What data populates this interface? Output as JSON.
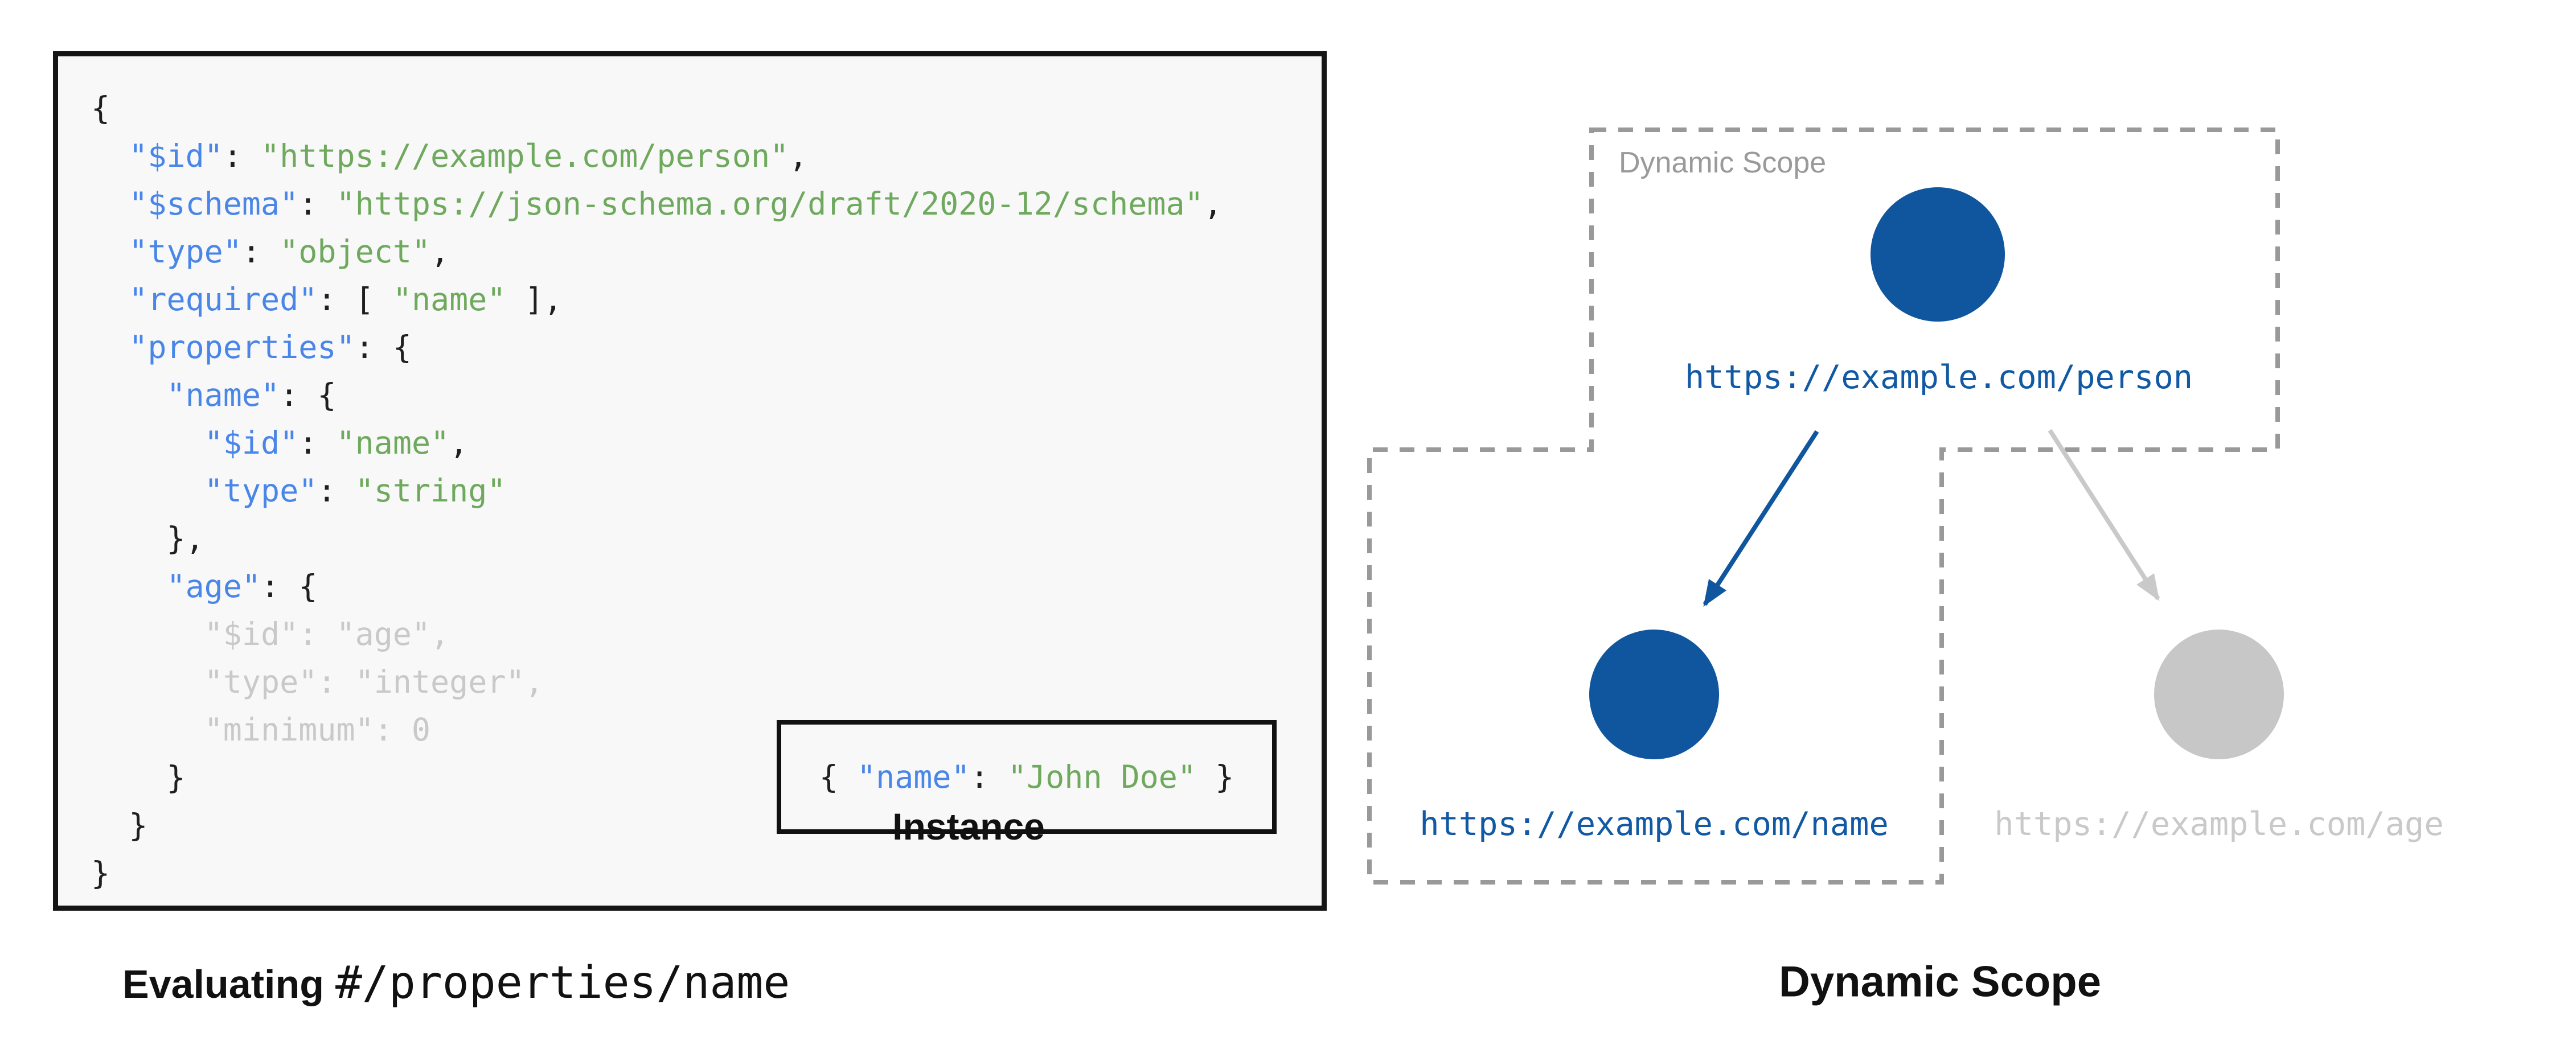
{
  "palette": {
    "node_blue": "#0f569e",
    "url_blue": "#1159a4",
    "key_blue": "#4a86e8",
    "string_green": "#6fa95e",
    "muted_gray": "#c9c9c9",
    "dash_gray": "#999999",
    "panel_bg": "#f8f8f8"
  },
  "schema_panel": {
    "code_lines": [
      {
        "segments": [
          {
            "t": "{",
            "c": "p"
          }
        ]
      },
      {
        "segments": [
          {
            "t": "  ",
            "c": "p"
          },
          {
            "t": "\"$id\"",
            "c": "k"
          },
          {
            "t": ": ",
            "c": "p"
          },
          {
            "t": "\"https://example.com/person\"",
            "c": "s"
          },
          {
            "t": ",",
            "c": "p"
          }
        ]
      },
      {
        "segments": [
          {
            "t": "  ",
            "c": "p"
          },
          {
            "t": "\"$schema\"",
            "c": "k"
          },
          {
            "t": ": ",
            "c": "p"
          },
          {
            "t": "\"https://json-schema.org/draft/2020-12/schema\"",
            "c": "s"
          },
          {
            "t": ",",
            "c": "p"
          }
        ]
      },
      {
        "segments": [
          {
            "t": "  ",
            "c": "p"
          },
          {
            "t": "\"type\"",
            "c": "k"
          },
          {
            "t": ": ",
            "c": "p"
          },
          {
            "t": "\"object\"",
            "c": "s"
          },
          {
            "t": ",",
            "c": "p"
          }
        ]
      },
      {
        "segments": [
          {
            "t": "  ",
            "c": "p"
          },
          {
            "t": "\"required\"",
            "c": "k"
          },
          {
            "t": ": [ ",
            "c": "p"
          },
          {
            "t": "\"name\"",
            "c": "s"
          },
          {
            "t": " ],",
            "c": "p"
          }
        ]
      },
      {
        "segments": [
          {
            "t": "  ",
            "c": "p"
          },
          {
            "t": "\"properties\"",
            "c": "k"
          },
          {
            "t": ": {",
            "c": "p"
          }
        ]
      },
      {
        "segments": [
          {
            "t": "    ",
            "c": "p"
          },
          {
            "t": "\"name\"",
            "c": "k"
          },
          {
            "t": ": {",
            "c": "p"
          }
        ]
      },
      {
        "segments": [
          {
            "t": "      ",
            "c": "p"
          },
          {
            "t": "\"$id\"",
            "c": "k"
          },
          {
            "t": ": ",
            "c": "p"
          },
          {
            "t": "\"name\"",
            "c": "s"
          },
          {
            "t": ",",
            "c": "p"
          }
        ]
      },
      {
        "segments": [
          {
            "t": "      ",
            "c": "p"
          },
          {
            "t": "\"type\"",
            "c": "k"
          },
          {
            "t": ": ",
            "c": "p"
          },
          {
            "t": "\"string\"",
            "c": "s"
          }
        ]
      },
      {
        "segments": [
          {
            "t": "    },",
            "c": "p"
          }
        ]
      },
      {
        "segments": [
          {
            "t": "    ",
            "c": "p"
          },
          {
            "t": "\"age\"",
            "c": "k"
          },
          {
            "t": ": {",
            "c": "p"
          }
        ]
      },
      {
        "segments": [
          {
            "t": "      \"$id\": \"age\",",
            "c": "g"
          }
        ]
      },
      {
        "segments": [
          {
            "t": "      \"type\": \"integer\",",
            "c": "g"
          }
        ]
      },
      {
        "segments": [
          {
            "t": "      \"minimum\": 0",
            "c": "g"
          }
        ]
      },
      {
        "segments": [
          {
            "t": "    }",
            "c": "p"
          }
        ]
      },
      {
        "segments": [
          {
            "t": "  }",
            "c": "p"
          }
        ]
      },
      {
        "segments": [
          {
            "t": "}",
            "c": "p"
          }
        ]
      }
    ],
    "instance": {
      "segments": [
        {
          "t": "{ ",
          "c": "p"
        },
        {
          "t": "\"name\"",
          "c": "k"
        },
        {
          "t": ": ",
          "c": "p"
        },
        {
          "t": "\"John Doe\"",
          "c": "s"
        },
        {
          "t": " }",
          "c": "p"
        }
      ],
      "label": "Instance"
    },
    "caption_bold": "Evaluating",
    "caption_mono": "#/properties/name"
  },
  "scope_diagram": {
    "scope_label": "Dynamic Scope",
    "caption": "Dynamic Scope",
    "nodes": {
      "person": {
        "url": "https://example.com/person",
        "state": "active"
      },
      "name": {
        "url": "https://example.com/name",
        "state": "active"
      },
      "age": {
        "url": "https://example.com/age",
        "state": "inactive"
      }
    }
  }
}
